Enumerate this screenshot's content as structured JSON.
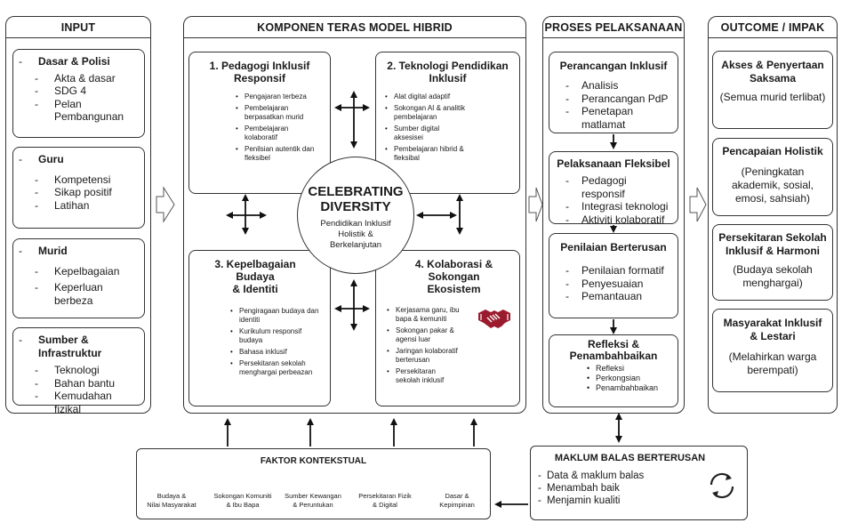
{
  "input": {
    "title": "INPUT",
    "groups": [
      {
        "heading": "Dasar & Polisi",
        "items": [
          "Akta & dasar",
          "SDG 4",
          "Pelan",
          "Pembangunan"
        ]
      },
      {
        "heading": "Guru",
        "items": [
          "Kompetensi",
          "Sikap positif",
          "Latihan"
        ]
      },
      {
        "heading": "Murid",
        "items": [
          "Kepelbagaian",
          "Keperluan berbeza"
        ]
      },
      {
        "heading": "Sumber & Infrastruktur",
        "items": [
          "Teknologi",
          "Bahan bantu",
          "Kemudahan fizikal"
        ]
      }
    ]
  },
  "core": {
    "title": "KOMPONEN TERAS MODEL HIBRID",
    "center": {
      "title_line1": "CELEBRATING",
      "title_line2": "DIVERSITY",
      "sub_line1": "Pendidikan Inklusif",
      "sub_line2": "Holistik &",
      "sub_line3": "Berkelanjutan"
    },
    "q1": {
      "title_line1": "1. Pedagogi Inklusif",
      "title_line2": "Responsif",
      "items": [
        "Pengajaran terbeza",
        "Pembelajaran berpasatkan murid",
        "Pembelajaran kolaboratif",
        "Penilsian autentik dan fleksibel"
      ]
    },
    "q2": {
      "title_line1": "2. Teknologi Pendidikan",
      "title_line2": "Inklusif",
      "items": [
        "Alat digital adaptif",
        "Sokongan AI & analitik pembelajaran",
        "Sumber digital aksesisei",
        "Pembelajaran hibrid & fleksibal"
      ]
    },
    "q3": {
      "title_line1": "3. Kepelbagaian Budaya",
      "title_line2": "& Identiti",
      "items": [
        "Pengiragaan budaya dan identiti",
        "Kurikulum responsif budaya",
        "Bahasa inklusif",
        "Persekitaran sekolah menghargai perbeazan"
      ]
    },
    "q4": {
      "title_line1": "4. Kolaborasi & Sokongan",
      "title_line2": "Ekosistem",
      "items": [
        "Kerjasama garu, ibu bapa & kemuniti",
        "Sokongan pakar & agensi luar",
        "Jaringan kolaboratif berterusan",
        "Persekitaran sekolah inklusif"
      ]
    },
    "handshake_icon": "handshake-icon",
    "accent": "#9b1b2e"
  },
  "process": {
    "title": "PROSES PELAKSANAAN",
    "steps": [
      {
        "title": "Perancangan Inklusif",
        "items": [
          "Analisis",
          "Perancangan PdP",
          "Penetapan matlamat"
        ]
      },
      {
        "title": "Pelaksanaan Fleksibel",
        "items": [
          "Pedagogi responsif",
          "Integrasi teknologi",
          "Aktiviti kolaboratif"
        ]
      },
      {
        "title": "Penilaian Berterusan",
        "items": [
          "Penilaian formatif",
          "Penyesuaian",
          "Pemantauan"
        ]
      },
      {
        "title_line1": "Refleksi &",
        "title_line2": "Penambahbaikan",
        "items": [
          "Refleksi",
          "Perkongsian",
          "Penambahbaikan"
        ]
      }
    ]
  },
  "outcome": {
    "title": "OUTCOME / IMPAK",
    "items": [
      {
        "title_line1": "Akses & Penyertaan",
        "title_line2": "Saksama",
        "desc": [
          "(Semua murid terlibat)"
        ]
      },
      {
        "title_line1": "Pencapaian Holistik",
        "title_line2": "",
        "desc": [
          "(Peningkatan",
          "akademik, sosial,",
          "emosi, sahsiah)"
        ]
      },
      {
        "title_line1": "Persekitaran Sekolah",
        "title_line2": "Inklusif & Harmoni",
        "desc": [
          "(Budaya sekolah",
          "menghargai)"
        ]
      },
      {
        "title_line1": "Masyarakat Inklusif",
        "title_line2": "& Lestari",
        "desc": [
          "(Melahirkan warga",
          "berempati)"
        ]
      }
    ]
  },
  "context": {
    "title": "FAKTOR KONTEKSTUAL",
    "items": [
      {
        "line1": "Budaya &",
        "line2": "Nilai Masyarakat"
      },
      {
        "line1": "Sokongan Komuniti",
        "line2": "& Ibu Bapa"
      },
      {
        "line1": "Sumber Kewangan",
        "line2": "& Peruntukan"
      },
      {
        "line1": "Persekitaran Fizik",
        "line2": "& Digital"
      },
      {
        "line1": "Dasar &",
        "line2": "Kepimpinan"
      }
    ]
  },
  "feedback": {
    "title": "MAKLUM BALAS BERTERUSAN",
    "items": [
      "Data & maklum balas",
      "Menambah baik",
      "Menjamin kualiti"
    ],
    "refresh_icon": "refresh-icon"
  }
}
